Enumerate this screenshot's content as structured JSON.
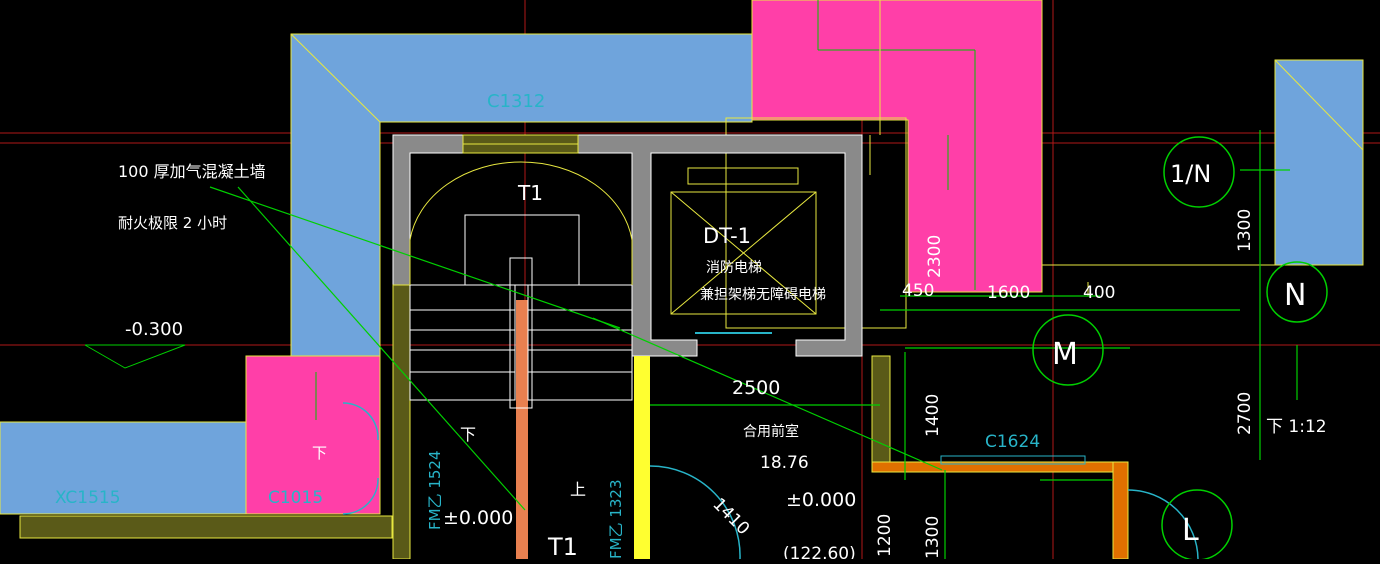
{
  "colors": {
    "background": "#000000",
    "wall_fill": "#6fa4dc",
    "magenta_fill": "#ff3fa8",
    "grey_wall": "#8a8a8a",
    "olive_wall": "#6b6b1e",
    "yellow_line": "#ffff55",
    "green_line": "#00d000",
    "red_axis": "#c81e1e",
    "cyan_text": "#28b4c8",
    "white_text": "#ffffff",
    "orange_wall": "#e07000"
  },
  "labels": {
    "wall_note": "100 厚加气混凝土墙",
    "fire_rating": "耐火极限 2 小时",
    "level_left": "-0.300",
    "window_c1312": "C1312",
    "stair_t1_top": "T1",
    "elevator_tag": "DT-1",
    "elevator_fire": "消防电梯",
    "elevator_stretcher": "兼担架梯无障碍电梯",
    "dim_2300": "2300",
    "dim_450": "450",
    "dim_1600": "1600",
    "dim_400": "400",
    "dim_2500": "2500",
    "dim_1400": "1400",
    "dim_1300_right": "1300",
    "dim_2700": "2700",
    "slope": "下 1:12",
    "room_name": "合用前室",
    "room_area": "18.76",
    "level_lobby": "±0.000",
    "level_stair": "±0.000",
    "dim_1410": "1410",
    "dim_1200": "1200",
    "dim_1300_bottom": "1300",
    "window_c1624": "C1624",
    "window_xc1515": "XC1515",
    "window_c1015": "C1015",
    "door_fmb": "FM乙 1524",
    "door_fmz": "FM乙 1323",
    "stair_down": "下",
    "stair_up": "上",
    "stair_t1_bottom": "T1",
    "down_left": "下",
    "partial_bottom": "(122.60)",
    "axis_1n": "1/N",
    "axis_n": "N",
    "axis_m": "M",
    "axis_l": "L",
    "tick_1200_bottom": "1200"
  }
}
